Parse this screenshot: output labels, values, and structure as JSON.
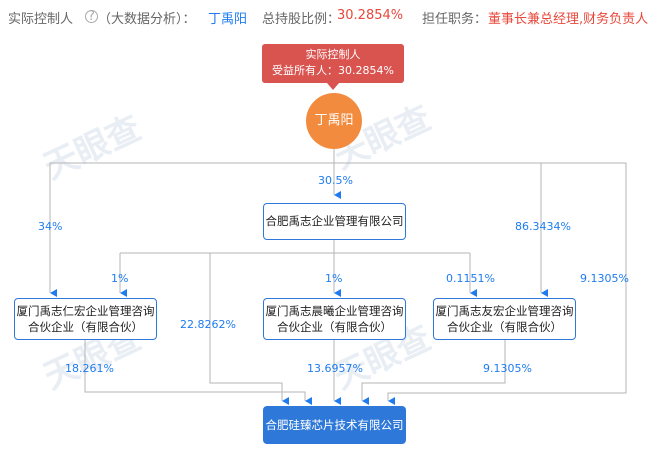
{
  "header": {
    "controller_label": "实际控制人",
    "controller_hint": "（大数据分析）：",
    "controller_name": "丁禹阳",
    "ratio_label": "总持股比例：",
    "ratio_value": "30.2854%",
    "position_label": "担任职务：",
    "position_value": "董事长兼总经理,财务负责人"
  },
  "tag": {
    "line1": "实际控制人",
    "line2": "受益所有人：30.2854%"
  },
  "person": {
    "name": "丁禹阳"
  },
  "nodes": {
    "mgmt": "合肥禹志企业管理有限公司",
    "renhong": {
      "line1": "厦门禹志仁宏企业管理咨询",
      "line2": "合伙企业（有限合伙）"
    },
    "chenxi": {
      "line1": "厦门禹志晨曦企业管理咨询",
      "line2": "合伙企业（有限合伙）"
    },
    "youhong": {
      "line1": "厦门禹志友宏企业管理咨询",
      "line2": "合伙企业（有限合伙）"
    },
    "target": "合肥硅臻芯片技术有限公司"
  },
  "edges": {
    "person_to_mgmt": "30.5%",
    "person_to_renhong": "34%",
    "person_to_youhong": "86.3434%",
    "person_to_target": "9.1305%",
    "mgmt_to_renhong": "1%",
    "mgmt_to_chenxi": "1%",
    "mgmt_to_youhong": "0.1151%",
    "mgmt_to_target": "22.8262%",
    "renhong_to_target": "18.261%",
    "chenxi_to_target": "13.6957%",
    "youhong_to_target": "9.1305%"
  },
  "watermark": "天眼查",
  "colors": {
    "link": "#1e7cf0",
    "box_border": "#2e78d9",
    "target_fill": "#2e78d9",
    "person_fill": "#f28b3d",
    "tag_fill": "#d9534f",
    "wire": "#b5b5b5"
  }
}
